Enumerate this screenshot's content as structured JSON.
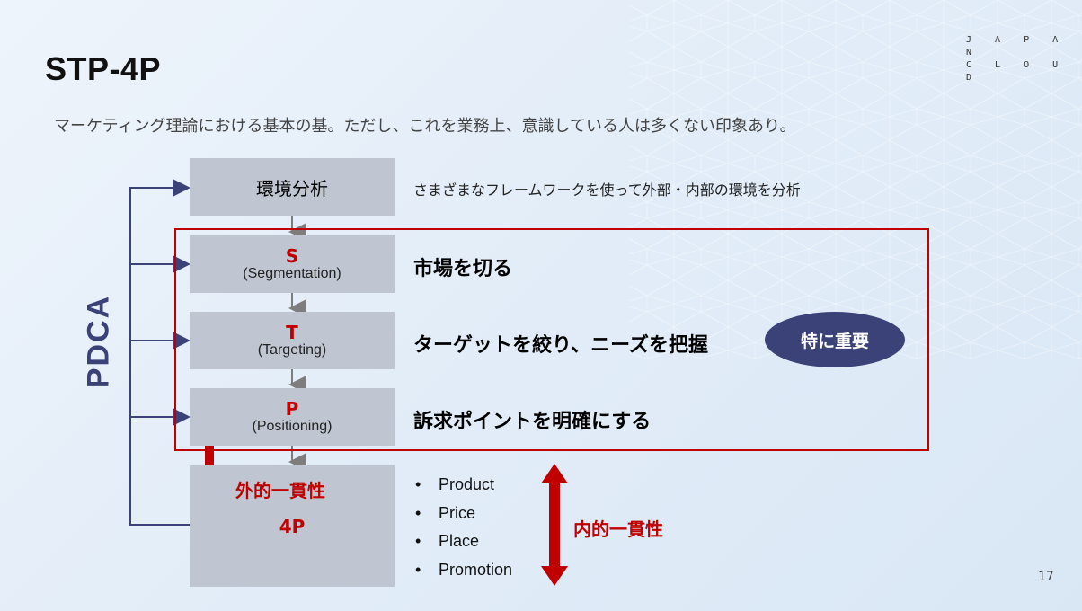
{
  "slide": {
    "title": "STP-4P",
    "subtitle": "マーケティング理論における基本の基。ただし、これを業務上、意識している人は多くない印象あり。",
    "logo": [
      "J A P A N",
      "C L O U D"
    ],
    "page_number": "17"
  },
  "flow": {
    "env": {
      "label": "環境分析",
      "desc": "さまざまなフレームワークを使って外部・内部の環境を分析"
    },
    "s": {
      "letter": "S",
      "term": "(Segmentation)",
      "desc": "市場を切る"
    },
    "t": {
      "letter": "T",
      "term": "(Targeting)",
      "desc": "ターゲットを絞り、ニーズを把握"
    },
    "p": {
      "letter": "P",
      "term": "(Positioning)",
      "desc": "訴求ポイントを明確にする"
    },
    "fourp": {
      "label": "4P",
      "items": [
        "Product",
        "Price",
        "Place",
        "Promotion"
      ]
    }
  },
  "labels": {
    "pdca": "PDCA",
    "important": "特に重要",
    "external_consistency": "外的一貫性",
    "internal_consistency": "内的一貫性",
    "bullet": "•"
  },
  "colors": {
    "accent_red": "#c00000",
    "navy": "#3a4278",
    "box_gray": "#bfc6d1"
  }
}
